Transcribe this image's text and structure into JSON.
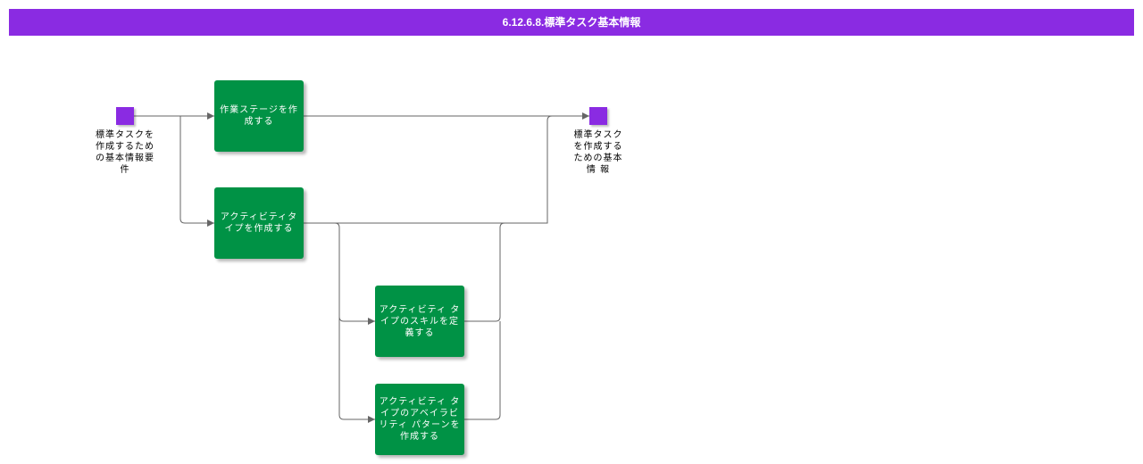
{
  "title": "6.12.6.8.標準タスク基本情報",
  "colors": {
    "title_bar": "#8a2be2",
    "event": "#8a2be2",
    "task": "#009245",
    "connector": "#666666"
  },
  "start_event": {
    "label": "標準タスクを作成するための基本情報要件"
  },
  "end_event": {
    "label": "標準タスクを作成するための基本情 報"
  },
  "tasks": {
    "create_work_stage": "作業ステージを作成する",
    "create_activity_type": "アクティビティタイプを作成する",
    "define_skills": "アクティビティ タイプのスキルを定義する",
    "create_availability_pattern": "アクティビティ タイプのアベイラビリティ パターンを作成する"
  }
}
